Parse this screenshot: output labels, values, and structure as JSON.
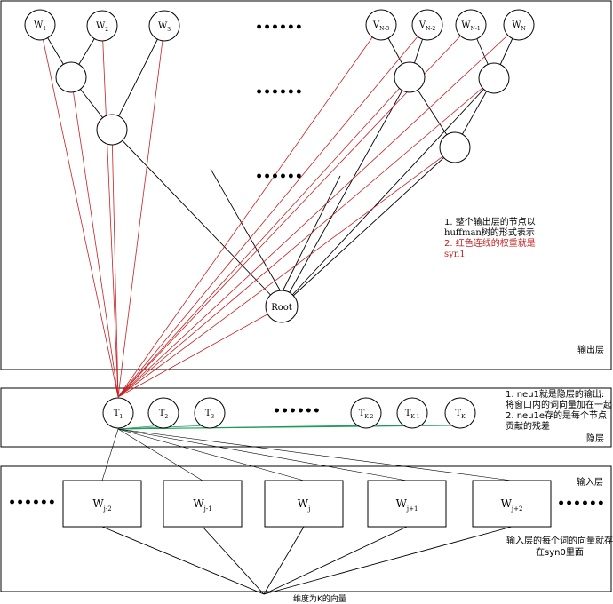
{
  "output_layer": {
    "top_nodes": [
      {
        "base": "W",
        "sub": "1"
      },
      {
        "base": "W",
        "sub": "2"
      },
      {
        "base": "W",
        "sub": "3"
      },
      {
        "base": "V",
        "sub": "N-3"
      },
      {
        "base": "V",
        "sub": "N-2"
      },
      {
        "base": "W",
        "sub": "N-1"
      },
      {
        "base": "W",
        "sub": "N"
      }
    ],
    "ellipsis": "••••••",
    "root_label": "Root",
    "layer_label": "输出层",
    "notes": {
      "line1": "1. 整个输出层的节点以",
      "line2": "huffman树的形式表示",
      "line3": "2. 红色连线的权重就是",
      "line4": "syn1"
    }
  },
  "hidden_layer": {
    "nodes": [
      {
        "base": "T",
        "sub": "1"
      },
      {
        "base": "T",
        "sub": "2"
      },
      {
        "base": "T",
        "sub": "3"
      },
      {
        "base": "T",
        "sub": "K-2"
      },
      {
        "base": "T",
        "sub": "K-1"
      },
      {
        "base": "T",
        "sub": "K"
      }
    ],
    "ellipsis": "••••••",
    "layer_label": "隐层",
    "notes": {
      "line1": "1. neu1就是隐层的输出:",
      "line2": "将窗口内的词向量加在一起",
      "line3": "2. neu1e存的是每个节点",
      "line4": "贡献的残差"
    }
  },
  "input_layer": {
    "boxes": [
      {
        "base": "W",
        "sub": "j-2"
      },
      {
        "base": "W",
        "sub": "j-1"
      },
      {
        "base": "W",
        "sub": "j"
      },
      {
        "base": "W",
        "sub": "j+1"
      },
      {
        "base": "W",
        "sub": "j+2"
      }
    ],
    "ellipsis_left": "••••••",
    "ellipsis_right": "••••••",
    "layer_label": "输入层",
    "notes": {
      "line1": "输入层的每个词的向量就存",
      "line2": "在syn0里面"
    },
    "bottom_label": "维度为K的向量"
  },
  "colors": {
    "red_edges": "#c62020",
    "green_edges": "#1f9a5a",
    "black": "#000000",
    "note_red": "#c62020"
  }
}
